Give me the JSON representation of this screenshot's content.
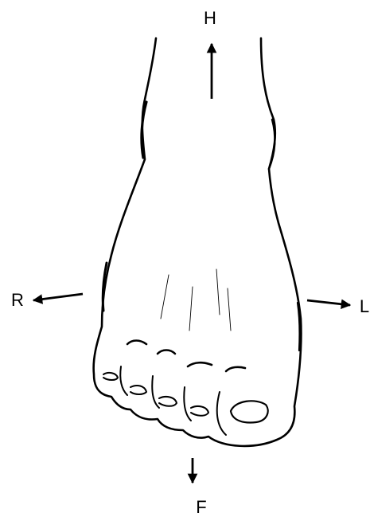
{
  "labels": {
    "up": "H",
    "down": "F",
    "left": "R",
    "right": "L"
  },
  "colors": {
    "ink": "#000000",
    "background": "#ffffff"
  }
}
